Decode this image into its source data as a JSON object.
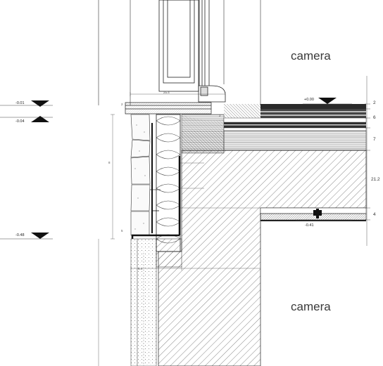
{
  "rooms": [
    {
      "label": "camera"
    },
    {
      "label": "camera"
    }
  ],
  "levels": [
    {
      "label": "-0.01"
    },
    {
      "label": "-0.04"
    },
    {
      "label": "-0.48"
    },
    {
      "label": "+0.00"
    },
    {
      "label": "-0.41"
    }
  ],
  "dimensions": [
    {
      "label": "2"
    },
    {
      "label": "6"
    },
    {
      "label": "7"
    },
    {
      "label": "21.2"
    },
    {
      "label": "4"
    },
    {
      "label": "25.4"
    },
    {
      "label": "2"
    },
    {
      "label": "2"
    },
    {
      "label": "8"
    },
    {
      "label": "5"
    },
    {
      "label": "6.4"
    }
  ],
  "colors": {
    "line": "#222222",
    "hatch": "#555555",
    "screed": "#2a2a2a",
    "text": "#3a3a3a"
  }
}
